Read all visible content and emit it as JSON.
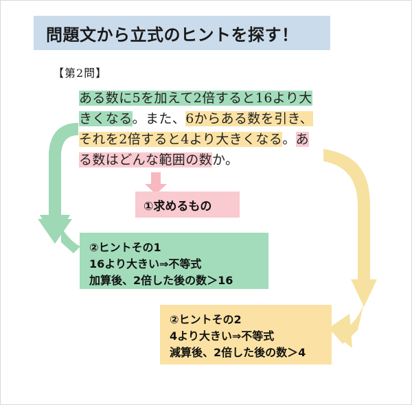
{
  "title": {
    "text": "問題文から立式のヒントを探す！",
    "background_color": "#cadcec"
  },
  "question_label": "【第2問】",
  "problem_statement": {
    "lines": [
      [
        {
          "text": "ある数に5を加えて2倍すると16より大",
          "highlight": "green"
        }
      ],
      [
        {
          "text": "きくなる",
          "highlight": "green"
        },
        {
          "text": "。また、",
          "highlight": "none"
        },
        {
          "text": "6からある数を引き、",
          "highlight": "yellow"
        }
      ],
      [
        {
          "text": "それを2倍すると4より大きくなる",
          "highlight": "yellow"
        },
        {
          "text": "。",
          "highlight": "none"
        },
        {
          "text": "あ",
          "highlight": "pink"
        }
      ],
      [
        {
          "text": "る数はどんな範囲の数",
          "highlight": "pink"
        },
        {
          "text": "か。",
          "highlight": "none"
        }
      ]
    ]
  },
  "target_box": {
    "label": "①求めるもの",
    "color": "#f9cad0"
  },
  "hint_box_1": {
    "color": "#a3dcbb",
    "lines": [
      "②ヒントその1",
      "16より大きい⇒不等式",
      "加算後、2倍した後の数＞16"
    ]
  },
  "hint_box_2": {
    "color": "#fbe2a4",
    "lines": [
      "②ヒントその2",
      "4より大きい⇒不等式",
      "減算後、2倍した後の数＞4"
    ]
  },
  "arrows": {
    "green_curved": {
      "color": "#9ed8b4",
      "name": "green-curved-arrow"
    },
    "yellow_curved": {
      "color": "#f7e1a0",
      "name": "yellow-curved-arrow"
    },
    "pink_down": {
      "color": "#f7b8c0",
      "name": "pink-down-arrow"
    }
  },
  "highlight_colors": {
    "green": "#a3dcbb",
    "yellow": "#fbe2a4",
    "pink": "#f9cad0"
  }
}
